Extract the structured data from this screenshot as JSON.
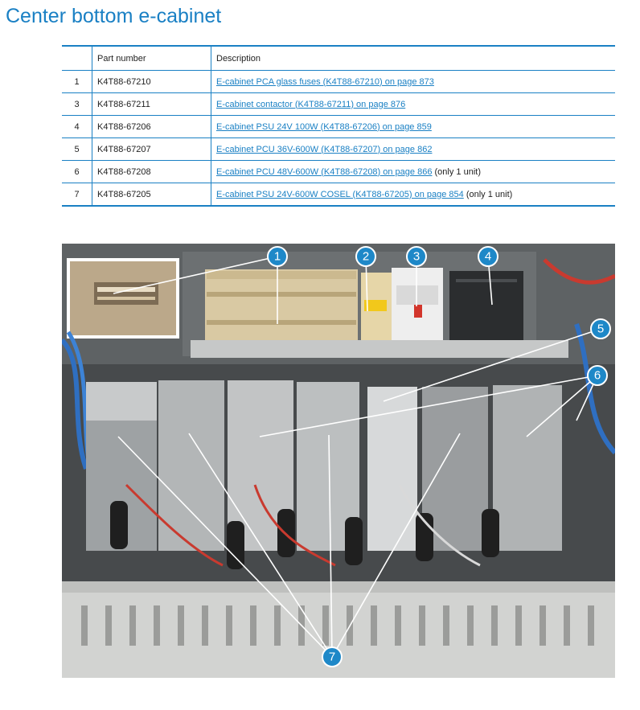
{
  "page": {
    "title": "Center bottom e-cabinet"
  },
  "table": {
    "headers": [
      "",
      "Part number",
      "Description"
    ],
    "rows": [
      {
        "item": "1",
        "part_number": "K4T88-67210",
        "link": "E-cabinet PCA glass fuses (K4T88-67210) on page 873",
        "note": ""
      },
      {
        "item": "3",
        "part_number": "K4T88-67211",
        "link": "E-cabinet contactor (K4T88-67211) on page 876",
        "note": ""
      },
      {
        "item": "4",
        "part_number": "K4T88-67206",
        "link": "E-cabinet PSU 24V 100W (K4T88-67206) on page 859",
        "note": ""
      },
      {
        "item": "5",
        "part_number": "K4T88-67207",
        "link": "E-cabinet PCU 36V-600W (K4T88-67207) on page 862",
        "note": ""
      },
      {
        "item": "6",
        "part_number": "K4T88-67208",
        "link": "E-cabinet PCU 48V-600W (K4T88-67208) on page 866",
        "note": " (only 1 unit)"
      },
      {
        "item": "7",
        "part_number": "K4T88-67205",
        "link": "E-cabinet PSU 24V-600W COSEL (K4T88-67205) on page 854",
        "note": " (only 1 unit)"
      }
    ]
  },
  "photo": {
    "callouts": [
      "1",
      "2",
      "3",
      "4",
      "5",
      "6",
      "7"
    ],
    "callout_color": "#1e88c8"
  }
}
